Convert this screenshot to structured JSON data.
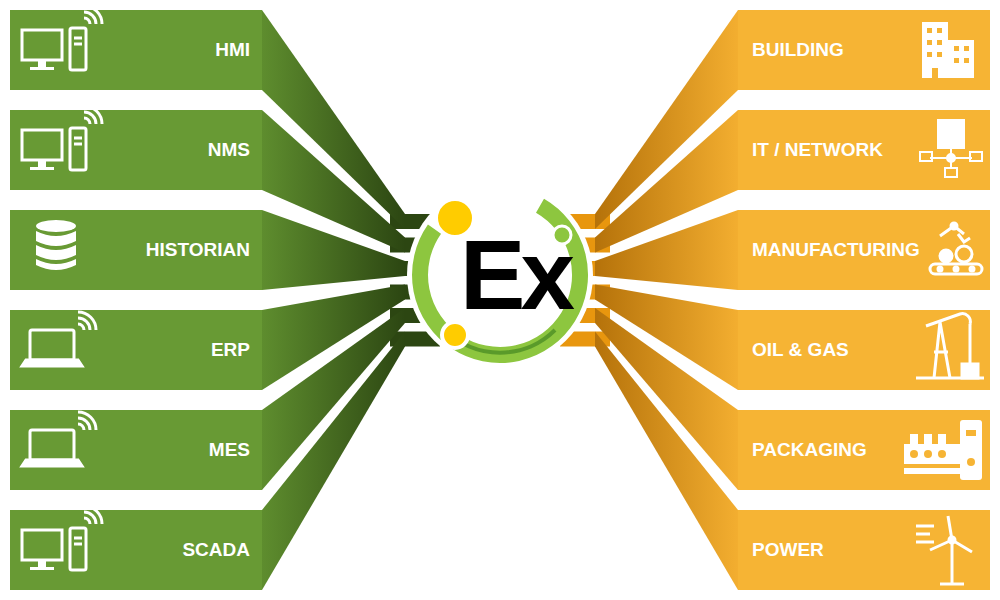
{
  "diagram": {
    "nodes": [
      {
        "text": [
          "HMI"
        ]
      },
      {
        "text": [
          "NMS"
        ]
      },
      {
        "text": [
          "HISTORIAN"
        ]
      },
      {
        "text": [
          "ERP"
        ]
      },
      {
        "text": [
          "MES"
        ]
      },
      {
        "text": [
          "SCADA"
        ]
      },
      {
        "text": [
          "Ex"
        ]
      },
      {
        "text": [
          "BUILDING"
        ]
      },
      {
        "text": [
          "IT / NETWORK"
        ]
      },
      {
        "text": [
          "MANUFACTURING"
        ]
      },
      {
        "text": [
          "OIL & GAS"
        ]
      },
      {
        "text": [
          "PACKAGING"
        ]
      },
      {
        "text": [
          "POWER"
        ]
      }
    ],
    "edges": [
      {
        "from": 0,
        "to": 6,
        "arrow": "none"
      },
      {
        "from": 1,
        "to": 6,
        "arrow": "none"
      },
      {
        "from": 2,
        "to": 6,
        "arrow": "none"
      },
      {
        "from": 3,
        "to": 6,
        "arrow": "none"
      },
      {
        "from": 4,
        "to": 6,
        "arrow": "none"
      },
      {
        "from": 5,
        "to": 6,
        "arrow": "none"
      },
      {
        "from": 7,
        "to": 6,
        "arrow": "none"
      },
      {
        "from": 8,
        "to": 6,
        "arrow": "none"
      },
      {
        "from": 9,
        "to": 6,
        "arrow": "none"
      },
      {
        "from": 10,
        "to": 6,
        "arrow": "none"
      },
      {
        "from": 11,
        "to": 6,
        "arrow": "none"
      },
      {
        "from": 12,
        "to": 6,
        "arrow": "none"
      }
    ]
  }
}
